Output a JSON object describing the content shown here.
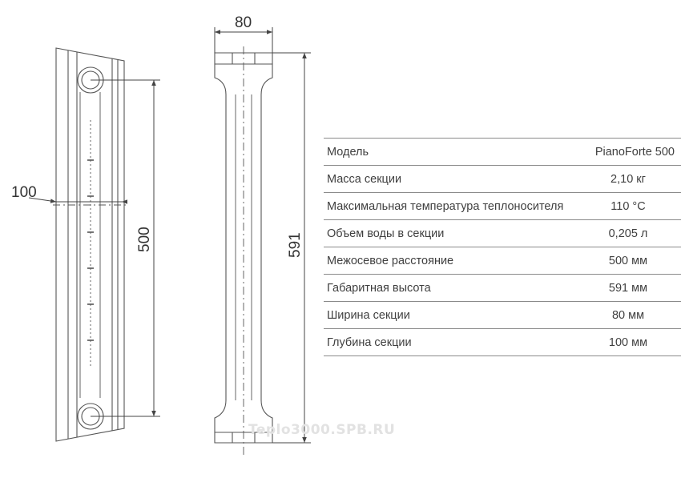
{
  "dimensions": {
    "depth": "100",
    "axis_distance": "500",
    "width": "80",
    "height": "591"
  },
  "specs": [
    {
      "label": "Модель",
      "value": "PianoForte 500"
    },
    {
      "label": "Масса секции",
      "value": "2,10 кг"
    },
    {
      "label": "Максимальная температура теплоносителя",
      "value": "110 °С"
    },
    {
      "label": "Объем воды в секции",
      "value": "0,205 л"
    },
    {
      "label": "Межосевое расстояние",
      "value": "500 мм"
    },
    {
      "label": "Габаритная высота",
      "value": "591 мм"
    },
    {
      "label": "Ширина секции",
      "value": "80 мм"
    },
    {
      "label": "Глубина секции",
      "value": "100 мм"
    }
  ],
  "watermark": "Teplo3000.SPB.RU",
  "colors": {
    "line": "#555555",
    "text": "#333333",
    "table_rule": "#8a8a8a"
  }
}
